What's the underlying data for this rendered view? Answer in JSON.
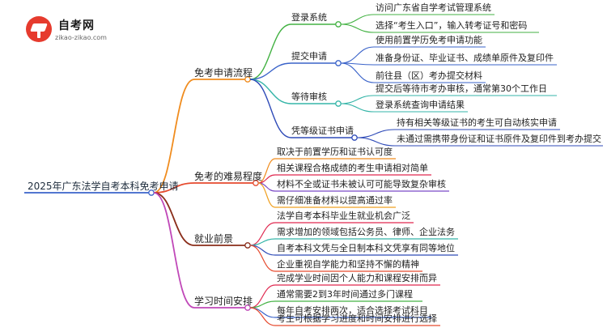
{
  "logo": {
    "name": "自考网",
    "url": "zikao-zikao.com",
    "color": "#e63b2e"
  },
  "root": "2025年广东法学自考本科免考申请",
  "branches": [
    {
      "label": "免考申请流程",
      "color": "#f08c1e",
      "children": [
        {
          "label": "登录系统",
          "color": "#43b243",
          "children": [
            "访问广东省自学考试管理系统",
            "选择“考生入口”，输入转考证号和密码"
          ]
        },
        {
          "label": "提交申请",
          "color": "#3a63c9",
          "children": [
            "使用前置学历免考申请功能",
            "准备身份证、毕业证书、成绩单原件及复印件",
            "前往县（区）考办提交材料"
          ]
        },
        {
          "label": "等待审核",
          "color": "#35b5a8",
          "children": [
            "提交后等待市考办审核，通常第30个工作日",
            "登录系统查询申请结果"
          ]
        },
        {
          "label": "凭等级证书申请",
          "color": "#2f4bb8",
          "children": [
            "持有相关等级证书的考生可自动核实申请",
            "未通过需携带身份证和证书原件及复印件到考办提交"
          ]
        }
      ]
    },
    {
      "label": "免考的难易程度",
      "color": "#e64a2e",
      "children": [
        {
          "label": "取决于前置学历和证书认可度",
          "color": "#f08c1e"
        },
        {
          "label": "相关课程合格成绩的考生申请相对简单",
          "color": "#e0284f"
        },
        {
          "label": "材料不全或证书未被认可可能导致复杂审核",
          "color": "#7b4bc6"
        },
        {
          "label": "需仔细准备材料以提高通过率",
          "color": "#f0a020"
        }
      ]
    },
    {
      "label": "就业前景",
      "color": "#8a2d1a",
      "children": [
        {
          "label": "法学自考本科毕业生就业机会广泛",
          "color": "#e0284f"
        },
        {
          "label": "需求增加的领域包括公务员、律师、企业法务",
          "color": "#35b5a8"
        },
        {
          "label": "自考本科文凭与全日制本科文凭享有同等地位",
          "color": "#2f4bb8"
        },
        {
          "label": "企业重视自学能力和坚持不懈的精神",
          "color": "#e64a2e"
        }
      ]
    },
    {
      "label": "学习时间安排",
      "color": "#c048b8",
      "children": [
        {
          "label": "完成学业时间因个人能力和课程安排而异",
          "color": "#e0284f"
        },
        {
          "label": "通常需要2到3年时间通过多门课程",
          "color": "#43b243"
        },
        {
          "label": "每年自考安排两次，适合选择考试科目",
          "color": "#3a63c9"
        },
        {
          "label": "考生可根据学习进度和时间安排进行选择",
          "color": "#e64a2e"
        }
      ]
    }
  ]
}
